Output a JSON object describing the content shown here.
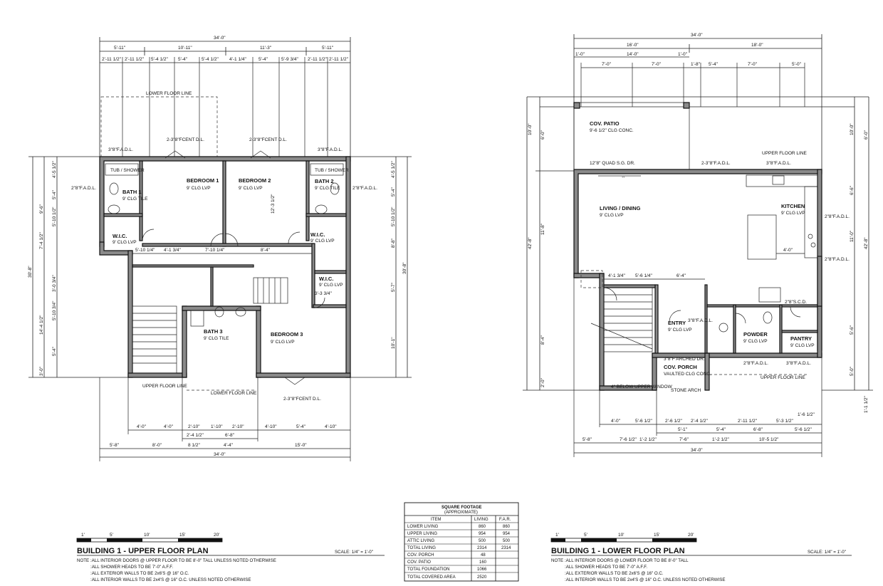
{
  "upper_plan": {
    "title": "BUILDING 1 - UPPER FLOOR PLAN",
    "scale": "SCALE: 1/4\" = 1'-0\"",
    "notes": [
      "NOTE :ALL INTERIOR DOORS @ UPPER FLOOR TO BE 8'-0\" TALL UNLESS NOTED OTHERWISE",
      ":ALL SHOWER HEADS TO BE 7'-0\" A.F.F.",
      ":ALL EXTERIOR WALLS TO BE 2x6'S @ 16\" O.C.",
      ":ALL INTERIOR WALLS TO BE 2x4'S @ 16\" O.C. UNLESS NOTED OTHERWISE"
    ],
    "overall_width": "34'-0\"",
    "top_dims_row1": [
      "5'-11\"",
      "10'-11\"",
      "11'-3\"",
      "5'-11\""
    ],
    "top_dims_row2": [
      "2'-11 1/2\"",
      "2'-11 1/2\"",
      "5'-4 1/2\"",
      "5'-4\"",
      "5'-4 1/2\"",
      "4'-1 1/4\"",
      "5'-4\"",
      "5'-9 3/4\"",
      "2'-11 1/2\"",
      "2'-11 1/2\""
    ],
    "bottom_dims_row1": [
      "4'-0\"",
      "4'-0\"",
      "2'-10\"",
      "1'-10\"",
      "2'-10\"",
      "4'-10\"",
      "5'-4\"",
      "4'-10\""
    ],
    "bottom_dims_row2": [
      "2'-4 1/2\"",
      "6'-8\""
    ],
    "bottom_dims_row3": [
      "5'-8\"",
      "8'-0\"",
      "8 1/2\"",
      "4'-4\"",
      "15'-0\""
    ],
    "left_dims": [
      "4'-5 1/2\"",
      "5'-4\"",
      "5'-10 1/2\"",
      "7'-4 1/2\"",
      "9'-6\"",
      "3'-0 3/4\"",
      "5'-10 3/4\"",
      "5'-4\"",
      "14'-4 1/2\"",
      "3'-0\""
    ],
    "right_dims": [
      "4'-5 1/2\"",
      "5'-4\"",
      "5'-10 1/2\"",
      "8'-8\"",
      "5'-7\"",
      "10'-1\""
    ],
    "overall_height": "30'-8\"",
    "rooms": [
      {
        "name": "BEDROOM 1",
        "info": "9' CLG LVP"
      },
      {
        "name": "BEDROOM 2",
        "info": "9' CLG LVP"
      },
      {
        "name": "BEDROOM 3",
        "info": "9' CLG LVP"
      },
      {
        "name": "BATH 1",
        "info": "9' CLG TILE"
      },
      {
        "name": "BATH 2",
        "info": "9' CLG TILE"
      },
      {
        "name": "BATH 3",
        "info": "9' CLG TILE"
      },
      {
        "name": "W.I.C.",
        "info": "9' CLG LVP"
      },
      {
        "name": "W.I.C.",
        "info": "9' CLG LVP"
      },
      {
        "name": "W.I.C.",
        "info": "9' CLG LVP"
      }
    ],
    "callouts": [
      "LOWER FLOOR LINE",
      "2-3\"8\"FCENT D.L.",
      "2-3\"8\"FCENT D.L.",
      "3\"8\"F.A.D.L.",
      "3\"8\"F.A.D.L.",
      "TUB / SHOWER",
      "TUB / SHOWER",
      "2\"8\"F.A.D.L.",
      "2\"8\"F.A.D.L.",
      "UPPER FLOOR LINE",
      "2-3\"8\"FCENT D.L.",
      "LOWER FLOOR LINE"
    ],
    "interior_dims": [
      "5'-10 1/4\"",
      "4'-1 3/4\"",
      "7'-10 1/4\"",
      "8'-4\"",
      "12'-3 1/2\"",
      "3'-3 3/4\""
    ]
  },
  "lower_plan": {
    "title": "BUILDING 1 - LOWER FLOOR PLAN",
    "scale": "SCALE: 1/4\" = 1'-0\"",
    "notes": [
      "NOTE :ALL INTERIOR DOORS @ LOWER FLOOR TO BE 8'-0\" TALL",
      ":ALL SHOWER HEADS TO BE 7'-0\" A.F.F.",
      ":ALL EXTERIOR WALLS TO BE 2x6'S @ 16\" O.C.",
      ":ALL INTERIOR WALLS TO BE 2x4'S @ 16\" O.C. UNLESS NOTED OTHERWISE"
    ],
    "overall_width": "34'-0\"",
    "top_dims_row1": [
      "16'-0\"",
      "18'-0\""
    ],
    "top_dims_row2": [
      "1'-0\"",
      "14'-0\"",
      "1'-0\""
    ],
    "top_dims_row3": [
      "7'-0\"",
      "7'-0\"",
      "1'-8\"",
      "5'-4\"",
      "7'-0\"",
      "5'-0\""
    ],
    "bottom_dims_row1": [
      "4'-0\"",
      "5'-6 1/2\"",
      "2'-6 1/2\"",
      "2'-4 1/2\"",
      "2'-11 1/2\"",
      "5'-3 1/2\"",
      "1'-6 1/2\""
    ],
    "bottom_dims_row2": [
      "5'-1\"",
      "5'-4\"",
      "6'-8\"",
      "5'-6 1/2\""
    ],
    "bottom_dims_row3": [
      "5'-8\"",
      "7'-6 1/2\"",
      "1'-2 1/2\"",
      "7'-6\"",
      "1'-2 1/2\"",
      "10'-5 1/2\""
    ],
    "left_dims": [
      "10'-0\"",
      "6'-0\"",
      "11'-8\"",
      "8'-4\"",
      "2'-0\""
    ],
    "right_dims": [
      "10'-0\"",
      "6'-0\"",
      "6'-6\"",
      "11'-0\"",
      "5'-6\"",
      "5'-0\"",
      "1'-1 1/2\""
    ],
    "overall_height": "42'-8\"",
    "rooms": [
      {
        "name": "COV. PATIO",
        "info": "9'-6 1/2\" CLG CONC."
      },
      {
        "name": "LIVING / DINING",
        "info": "9' CLG LVP"
      },
      {
        "name": "KITCHEN",
        "info": "9' CLG LVP"
      },
      {
        "name": "ENTRY",
        "info": "9' CLG LVP"
      },
      {
        "name": "POWDER",
        "info": "9' CLG LVP"
      },
      {
        "name": "PANTRY",
        "info": "9' CLG LVP"
      },
      {
        "name": "COV. PORCH",
        "info": "VAULTED CLG CONC."
      }
    ],
    "callouts": [
      "12\"8\" QUAD S.G. DR.",
      "2-3\"8\"F.A.D.L.",
      "3\"8\"F.A.D.L.",
      "UPPER FLOOR LINE",
      "2\"8\"F.A.D.L.",
      "2\"8\"F.A.D.L.",
      "2\"8\"F.A.D.L.",
      "3\"8\"F.A.D.L.",
      "3\"8\"F.A.D.L.",
      "2\"8\"S.C.D.",
      "3\"8\"F ARCHED DR.",
      "4\" BELOW UPPER WINDOW",
      "UPPER FLOOR LINE",
      "STONE ARCH"
    ],
    "interior_dims": [
      "4'-1 3/4\"",
      "5'-6 1/4\"",
      "6'-4\"",
      "4'-0\""
    ]
  },
  "scale_bar": {
    "labels": [
      "1'",
      "5'",
      "10'",
      "15'",
      "20'"
    ]
  },
  "sqft_table": {
    "title": "SQUARE FOOTAGE",
    "subtitle": "(APPROXIMATE)",
    "headers": [
      "ITEM",
      "LIVING",
      "F.A.R."
    ],
    "rows": [
      [
        "LOWER LIVING",
        "860",
        "860"
      ],
      [
        "UPPER LIVING",
        "954",
        "954"
      ],
      [
        "ATTIC LIVING",
        "500",
        "500"
      ],
      [
        "TOTAL LIVING",
        "2314",
        "2314"
      ],
      [
        "COV. PORCH",
        "48",
        ""
      ],
      [
        "COV. PATIO",
        "160",
        ""
      ],
      [
        "TOTAL FOUNDATION",
        "1066",
        ""
      ],
      [
        "TOTAL COVERED AREA",
        "2520",
        ""
      ]
    ]
  },
  "colors": {
    "ink": "#111111",
    "wall_fill": "#8a8a8a",
    "paper": "#ffffff"
  }
}
